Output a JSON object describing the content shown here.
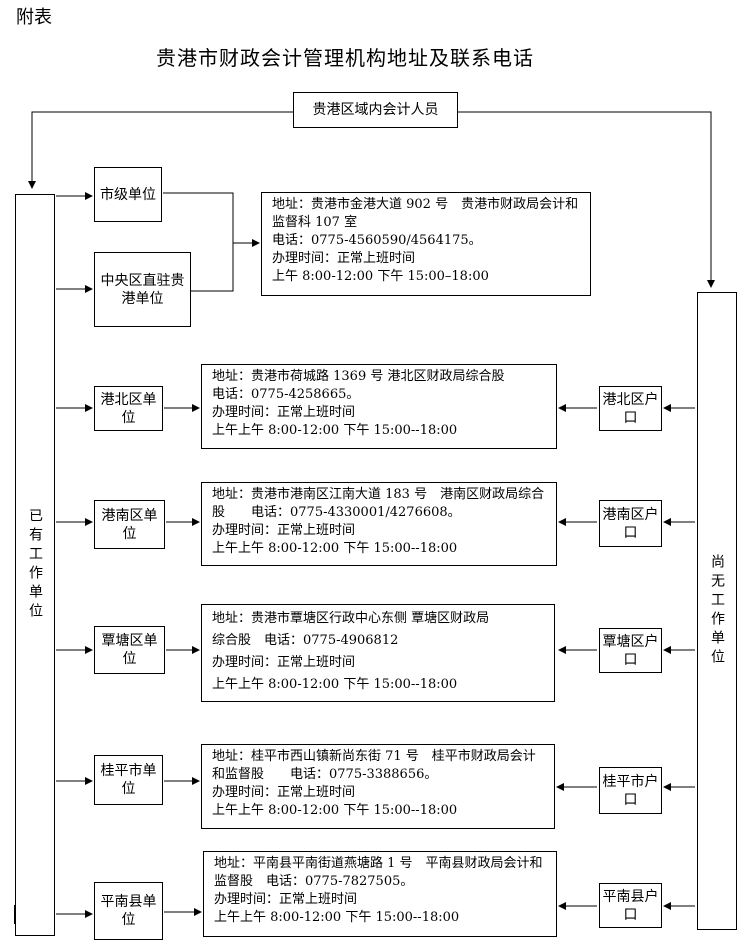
{
  "header": {
    "appendix_label": "附表",
    "title": "贵港市财政会计管理机构地址及联系电话"
  },
  "top_box": "贵港区域内会计人员",
  "left_column": "已有工作单位",
  "right_column": "尚无工作单位",
  "units": {
    "city": "市级单位",
    "central": "中央区直驻贵港单位",
    "gangbei": "港北区单位",
    "gangnan": "港南区单位",
    "tantang": "覃塘区单位",
    "guiping": "桂平市单位",
    "pingnan": "平南县单位"
  },
  "households": {
    "gangbei": "港北区户口",
    "gangnan": "港南区户口",
    "tantang": "覃塘区户口",
    "guiping": "桂平市户口",
    "pingnan": "平南县户口"
  },
  "offices": {
    "city": {
      "address": "地址：贵港市金港大道 902 号　贵港市财政局会计和监督科 107 室",
      "phone": "电话：0775-4560590/4564175。",
      "hours_label": "办理时间：正常上班时间",
      "hours": "上午 8:00-12:00 下午 15:00–18:00"
    },
    "gangbei": {
      "address": "地址：贵港市荷城路 1369 号  港北区财政局综合股",
      "phone": "电话：0775-4258665。",
      "hours_label": "办理时间：正常上班时间",
      "hours": "上午上午 8:00-12:00 下午 15:00--18:00"
    },
    "gangnan": {
      "address": "地址：贵港市港南区江南大道 183 号　港南区财政局综合股　　电话：0775-4330001/4276608。",
      "hours_label": "办理时间：正常上班时间",
      "hours": "上午上午 8:00-12:00 下午 15:00--18:00"
    },
    "tantang": {
      "address": "地址：贵港市覃塘区行政中心东侧  覃塘区财政局",
      "phone": "综合股　电话：0775-4906812",
      "hours_label": "办理时间：正常上班时间",
      "hours": "上午上午 8:00-12:00 下午 15:00--18:00"
    },
    "guiping": {
      "address": "地址：桂平市西山镇新尚东街 71 号　桂平市财政局会计和监督股　　电话：0775-3388656。",
      "hours_label": "办理时间：正常上班时间",
      "hours": "上午上午 8:00-12:00 下午 15:00--18:00"
    },
    "pingnan": {
      "address": "地址：平南县平南街道燕塘路 1 号　平南县财政局会计和监督股　电话：0775-7827505。",
      "hours_label": "办理时间：正常上班时间",
      "hours": "上午上午 8:00-12:00 下午 15:00--18:00"
    }
  }
}
